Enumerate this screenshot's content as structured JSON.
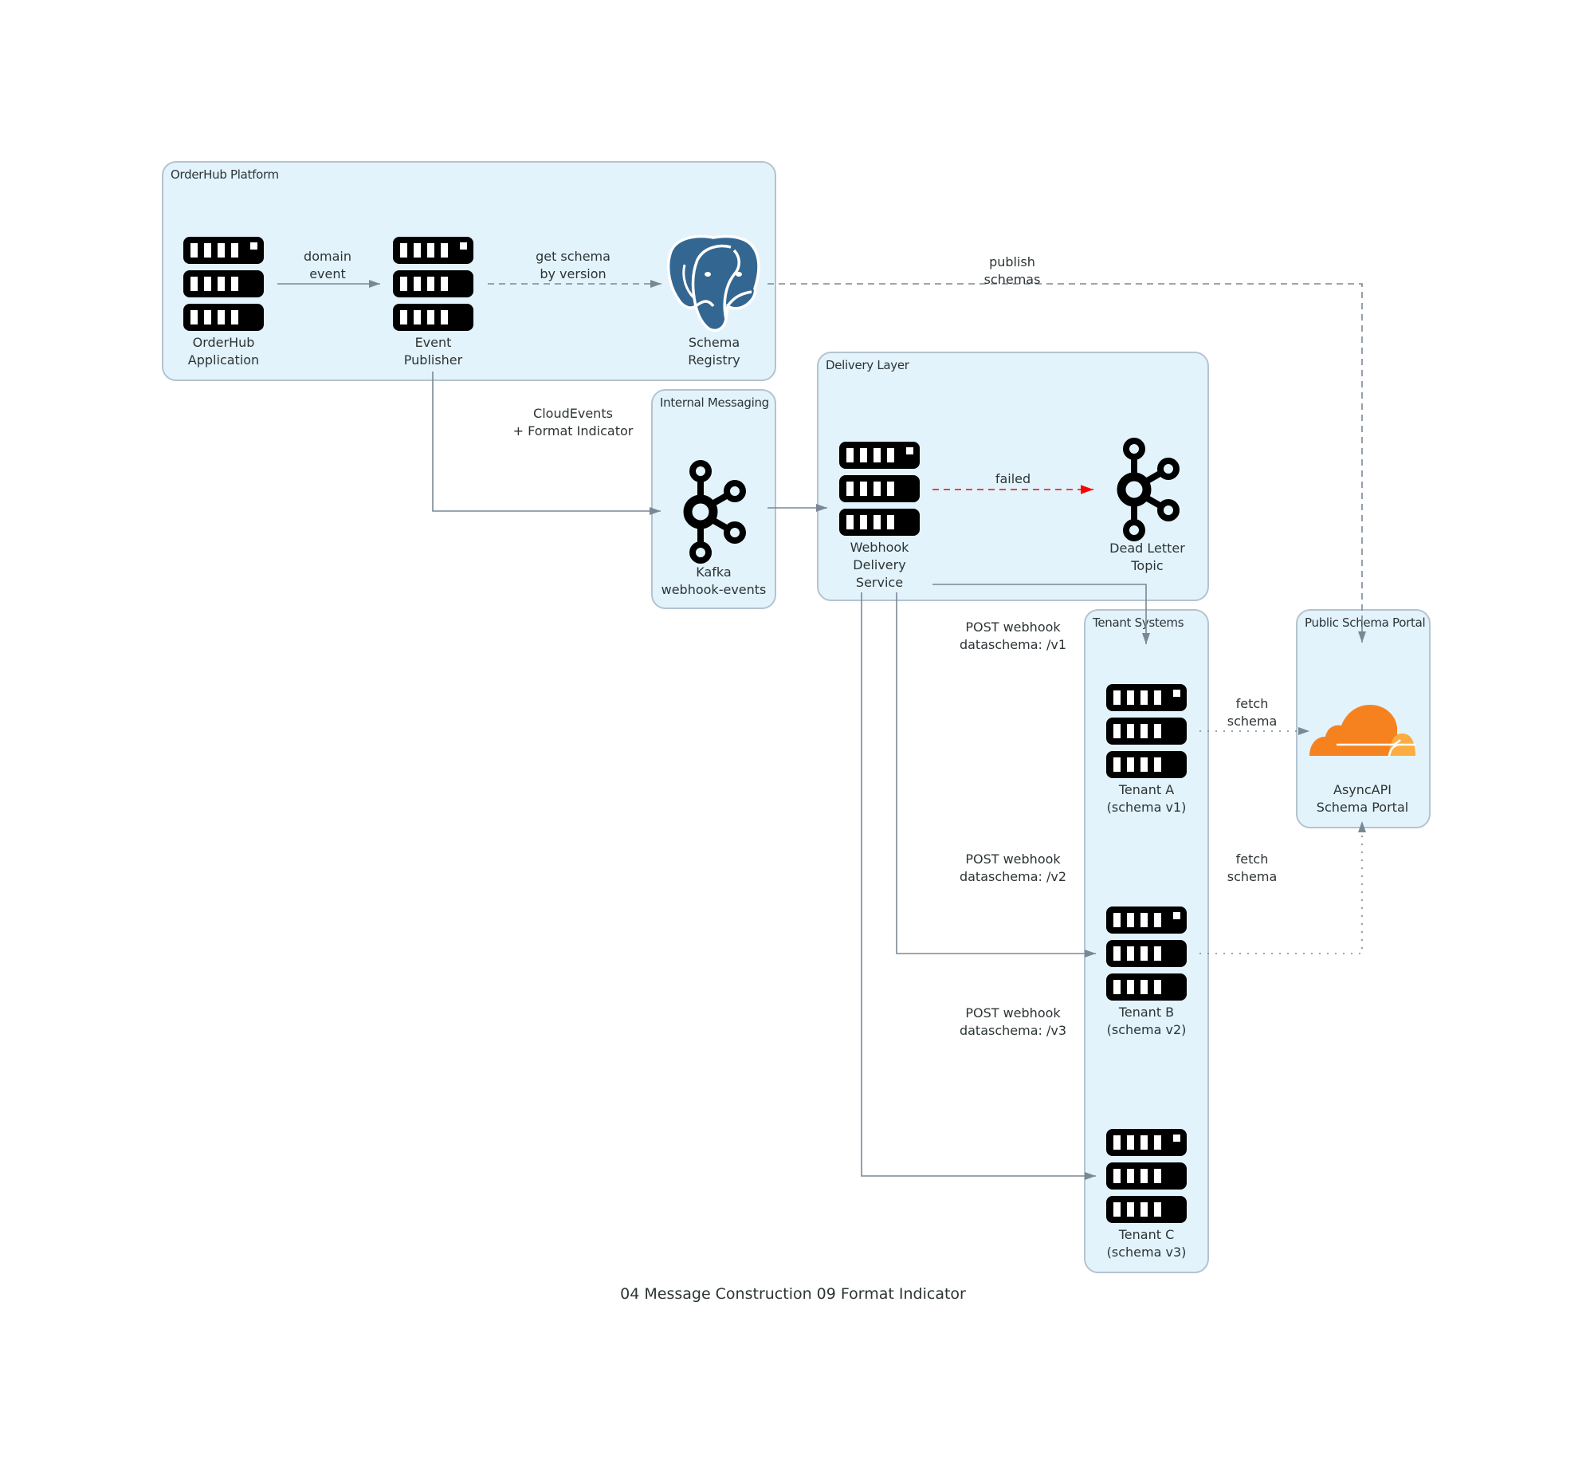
{
  "title": "04 Message Construction 09 Format Indicator",
  "colors": {
    "cluster_fill": "#e2f3fc",
    "cluster_border": "#b5c3cf",
    "edge": "#7b8894",
    "edge_failed": "#ff0000",
    "postgres": "#336791",
    "cloud_primary": "#f6821f",
    "cloud_secondary": "#fbad41"
  },
  "clusters": {
    "orderhub": {
      "label": "OrderHub Platform"
    },
    "messaging": {
      "label": "Internal Messaging"
    },
    "delivery": {
      "label": "Delivery Layer"
    },
    "tenants": {
      "label": "Tenant Systems"
    },
    "portal": {
      "label": "Public Schema Portal"
    }
  },
  "nodes": {
    "app": {
      "label": "OrderHub\nApplication",
      "icon": "server-icon"
    },
    "publisher": {
      "label": "Event\nPublisher",
      "icon": "server-icon"
    },
    "registry": {
      "label": "Schema\nRegistry",
      "icon": "postgresql-icon"
    },
    "kafka": {
      "label": "Kafka\nwebhook-events",
      "icon": "kafka-icon"
    },
    "delivery_service": {
      "label": "Webhook\nDelivery\nService",
      "icon": "server-icon"
    },
    "dlt": {
      "label": "Dead Letter\nTopic",
      "icon": "kafka-icon"
    },
    "tenant_a": {
      "label": "Tenant A\n(schema v1)",
      "icon": "server-icon"
    },
    "tenant_b": {
      "label": "Tenant B\n(schema v2)",
      "icon": "server-icon"
    },
    "tenant_c": {
      "label": "Tenant C\n(schema v3)",
      "icon": "server-icon"
    },
    "asyncapi": {
      "label": "AsyncAPI\nSchema Portal",
      "icon": "cloudflare-icon"
    }
  },
  "edges": {
    "domain_event": {
      "label": "domain\nevent",
      "from": "OrderHub Application",
      "to": "Event Publisher",
      "style": "solid"
    },
    "get_schema": {
      "label": "get schema\nby version",
      "from": "Event Publisher",
      "to": "Schema Registry",
      "style": "dashed"
    },
    "publish_schemas": {
      "label": "publish\nschemas",
      "from": "Schema Registry",
      "to": "AsyncAPI Schema Portal",
      "style": "dashed"
    },
    "cloudevents": {
      "label": "CloudEvents\n+ Format Indicator",
      "from": "Event Publisher",
      "to": "Kafka webhook-events",
      "style": "solid"
    },
    "kafka_to_delivery": {
      "label": "",
      "from": "Kafka webhook-events",
      "to": "Webhook Delivery Service",
      "style": "solid"
    },
    "failed": {
      "label": "failed",
      "from": "Webhook Delivery Service",
      "to": "Dead Letter Topic",
      "style": "dashed-red"
    },
    "post_v1": {
      "label": "POST webhook\ndataschema: /v1",
      "from": "Webhook Delivery Service",
      "to": "Tenant A",
      "style": "solid"
    },
    "post_v2": {
      "label": "POST webhook\ndataschema: /v2",
      "from": "Webhook Delivery Service",
      "to": "Tenant B",
      "style": "solid"
    },
    "post_v3": {
      "label": "POST webhook\ndataschema: /v3",
      "from": "Webhook Delivery Service",
      "to": "Tenant C",
      "style": "solid"
    },
    "fetch_a": {
      "label": "fetch\nschema",
      "from": "Tenant A",
      "to": "AsyncAPI Schema Portal",
      "style": "dotted"
    },
    "fetch_b": {
      "label": "fetch\nschema",
      "from": "Tenant B",
      "to": "AsyncAPI Schema Portal",
      "style": "dotted"
    }
  }
}
